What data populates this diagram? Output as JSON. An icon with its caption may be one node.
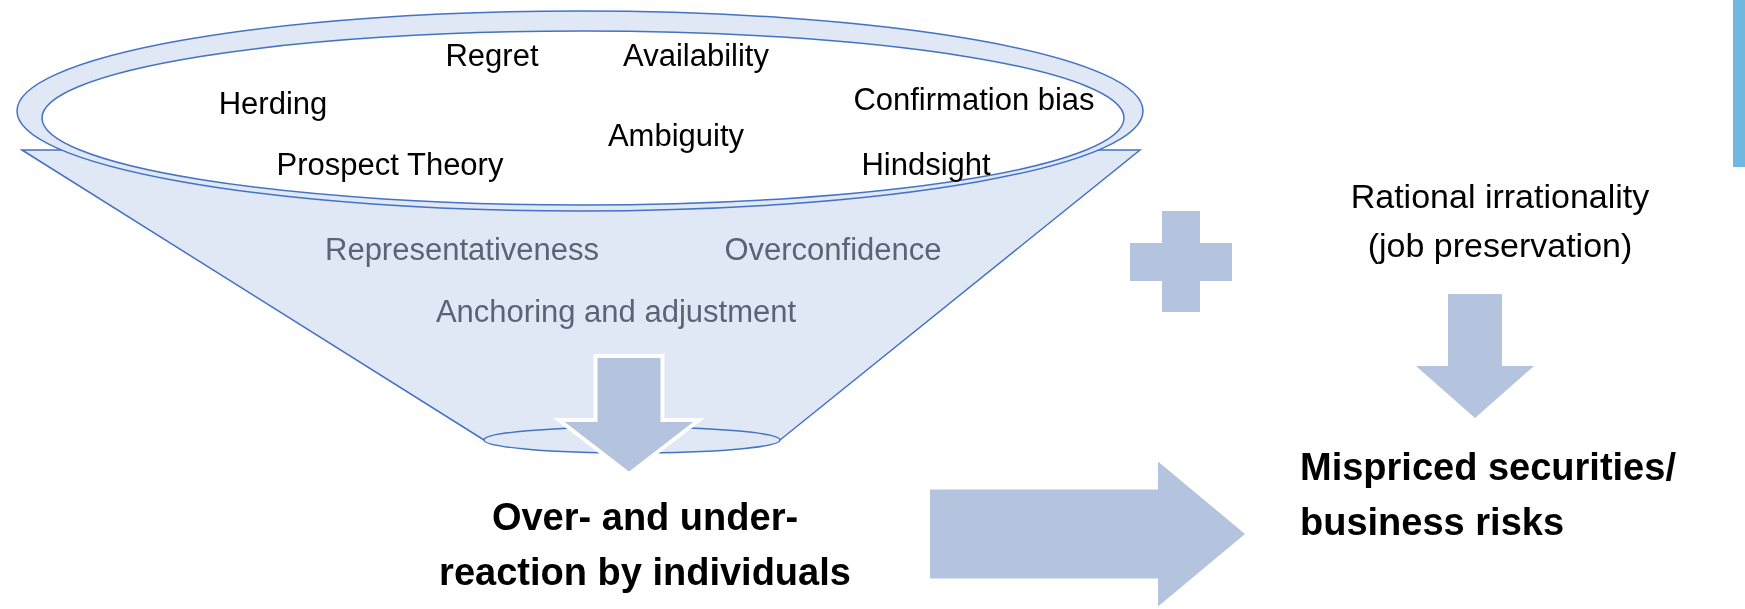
{
  "diagram": {
    "nodes": [
      {
        "text": [
          "Regret",
          "Availability",
          "Herding",
          "Confirmation bias",
          "Ambiguity",
          "Prospect Theory",
          "Hindsight",
          "Representativeness",
          "Overconfidence",
          "Anchoring and adjustment"
        ]
      },
      {
        "text": [
          "Over- and under-reaction by individuals"
        ]
      },
      {
        "text": [
          "Mispriced securities/ business risks"
        ]
      },
      {
        "text": [
          "Rational irrationality (job preservation)"
        ]
      }
    ],
    "edges": [
      {
        "from": 0,
        "to": 1,
        "arrow": "to"
      },
      {
        "from": 1,
        "to": 2,
        "arrow": "to"
      },
      {
        "from": 3,
        "to": 2,
        "arrow": "to"
      }
    ]
  }
}
